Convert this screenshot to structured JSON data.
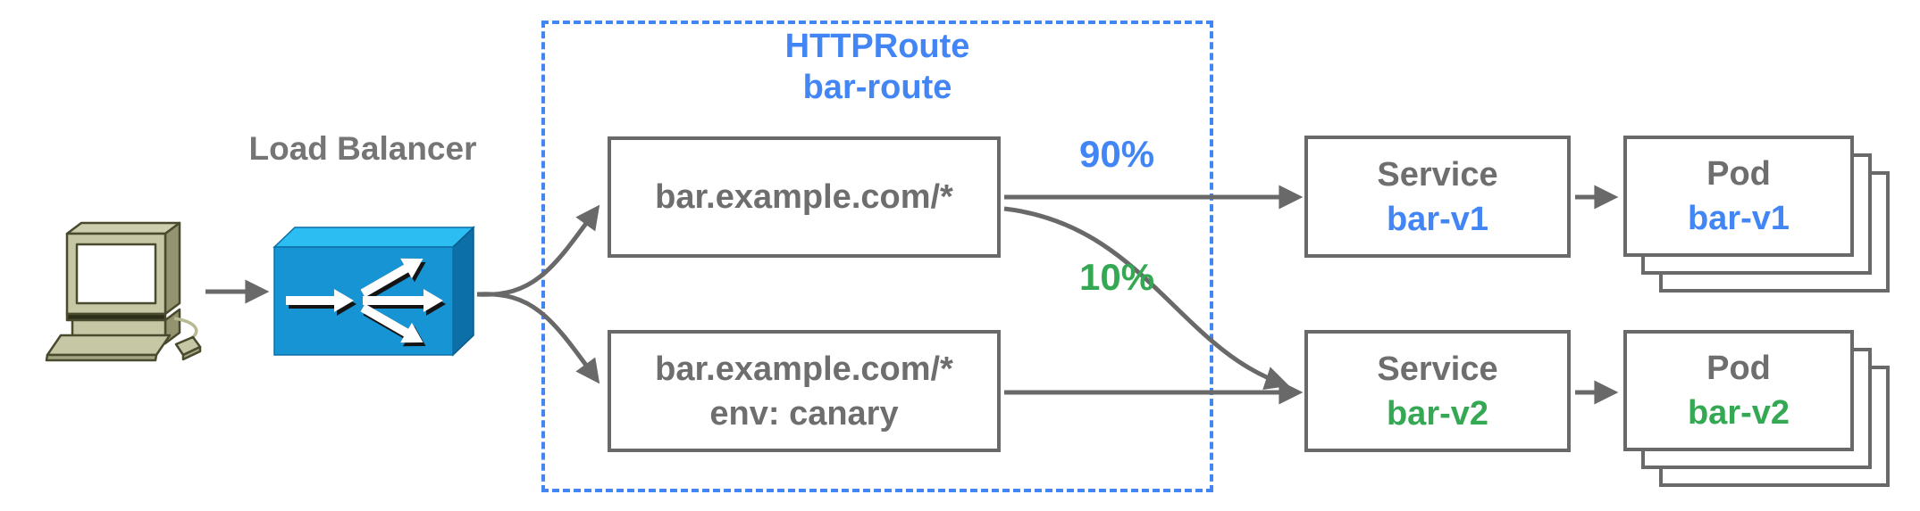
{
  "diagram": {
    "colors": {
      "accent_blue": "#4285F4",
      "accent_green": "#34A853",
      "gray_text": "#6e6e6e",
      "border_gray": "#696969",
      "lb_front": "#1794d3",
      "lb_top": "#2cbdf2",
      "lb_side": "#0d6fa7",
      "computer_beige": "#c6c7a5"
    },
    "icons": {
      "client": "desktop-computer-icon",
      "load_balancer": "load-balancer-icon"
    },
    "load_balancer": {
      "label": "Load Balancer"
    },
    "httproute": {
      "title": "HTTPRoute",
      "name": "bar-route",
      "rules": [
        {
          "match": "bar.example.com/*",
          "weight": "90%"
        },
        {
          "match": "bar.example.com/*",
          "header": "env: canary",
          "weight": "10%"
        }
      ]
    },
    "services": [
      {
        "label": "Service",
        "name": "bar-v1"
      },
      {
        "label": "Service",
        "name": "bar-v2"
      }
    ],
    "pods": [
      {
        "label": "Pod",
        "name": "bar-v1"
      },
      {
        "label": "Pod",
        "name": "bar-v2"
      }
    ]
  }
}
